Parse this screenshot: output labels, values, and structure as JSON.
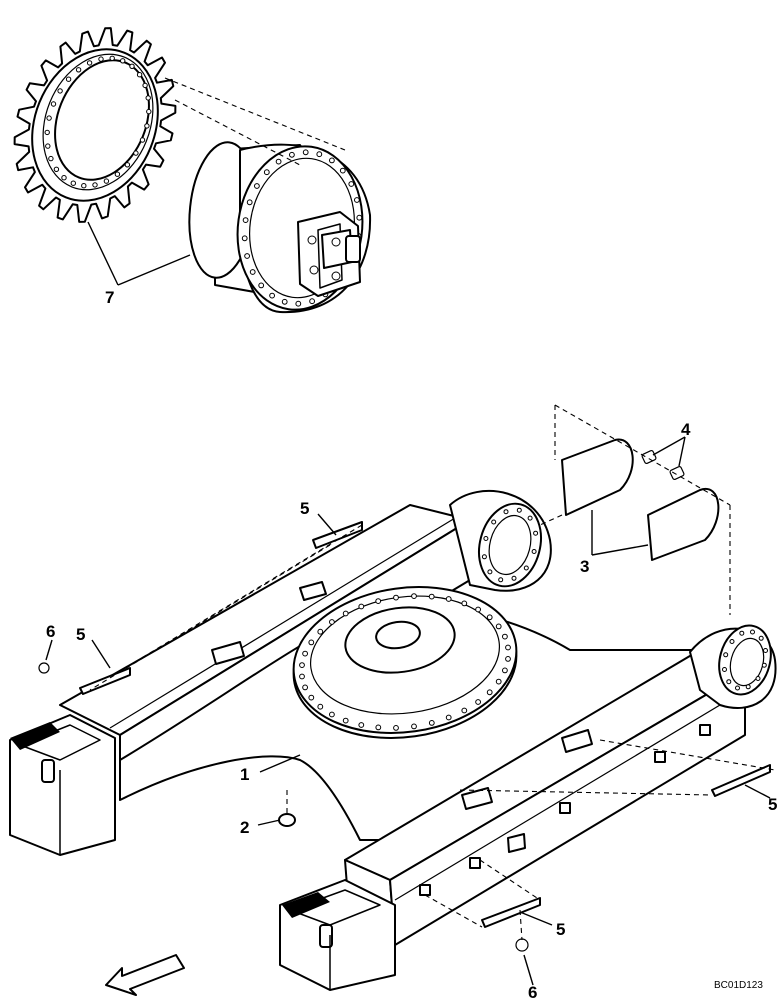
{
  "drawing_code": "BC01D123",
  "callouts": {
    "track_frame": "1",
    "plug": "2",
    "covers": "3",
    "cover_bolts": "4",
    "guard_upper": "5",
    "guard_left": "5",
    "guard_right": "5",
    "guard_lower": "5",
    "bolt_left": "6",
    "bolt_lower": "6",
    "drive_assembly": "7"
  },
  "colors": {
    "line": "#000000",
    "background": "#ffffff"
  }
}
